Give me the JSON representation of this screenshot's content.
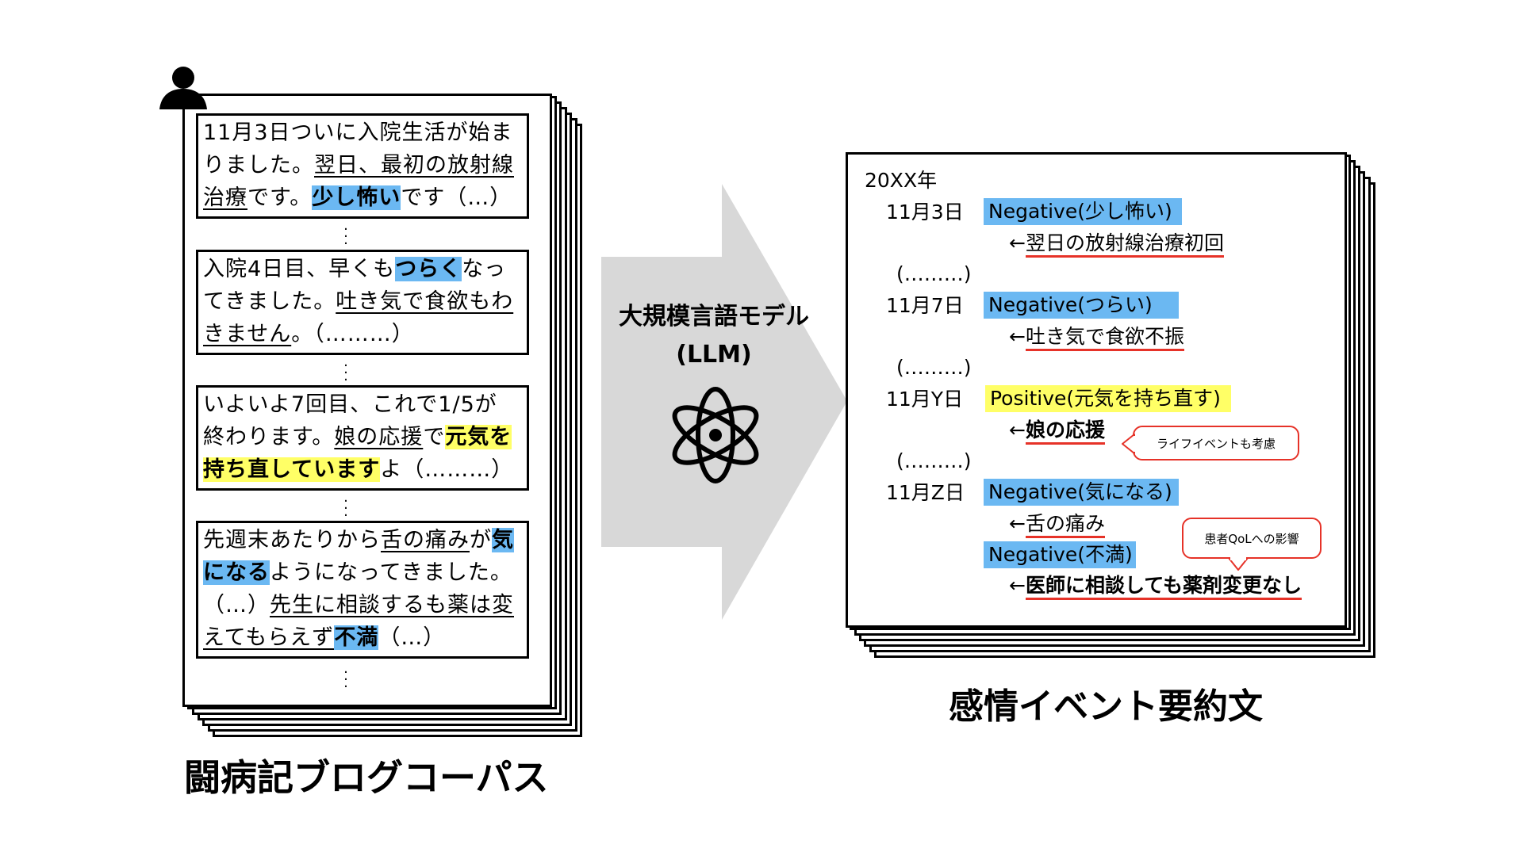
{
  "left": {
    "caption": "闘病記ブログコーパス",
    "entries": [
      {
        "line1": "11月3日ついに入院生活が始ま",
        "line2_a": "りました。",
        "line2_u": "翌日、最初の放射線",
        "line3_u": "治療",
        "line3_b": "です。",
        "line3_hl": "少し怖い",
        "line3_c": "です（…）"
      },
      {
        "line1_a": "入院4日目、早くも",
        "line1_hl": "つらく",
        "line1_b": "なっ",
        "line2_a": "てきました。",
        "line2_u": "吐き気で食欲もわ",
        "line3_u": "きません",
        "line3_b": "。（………）"
      },
      {
        "line1": "いよいよ7回目、これで1/5が",
        "line2_a": "終わります。",
        "line2_u": "娘の応援",
        "line2_b": "で",
        "line2_hl": "元気を",
        "line3_hl": "持ち直しています",
        "line3_b": "よ（………）"
      },
      {
        "line1_a": "先週末あたりから",
        "line1_u": "舌の痛み",
        "line1_b": "が",
        "line1_hl": "気",
        "line2_hl": "になる",
        "line2_b": "ようになってきました。",
        "line3_a": "（…）",
        "line3_u": "先生に相談するも薬は変",
        "line4_u": "えてもらえず",
        "line4_hl": "不満",
        "line4_b": "（…）"
      }
    ]
  },
  "middle": {
    "label_line1": "大規模言語モデル",
    "label_line2": "(LLM)",
    "icon": "atom-icon"
  },
  "right": {
    "caption": "感情イベント要約文",
    "year": "20XX年",
    "ellipsis": "(………)",
    "events": [
      {
        "date": "11月3日",
        "tag": "Negative(少し怖い)",
        "polarity": "negative",
        "cause_arrow": "←",
        "cause": "翌日の放射線治療初回",
        "bold": false
      },
      {
        "date": "11月7日",
        "tag": "Negative(つらい)",
        "polarity": "negative",
        "cause_arrow": "←",
        "cause": "吐き気で食欲不振",
        "bold": false
      },
      {
        "date": "11月Y日",
        "tag": "Positive(元気を持ち直す)",
        "polarity": "positive",
        "cause_arrow": "←",
        "cause": "娘の応援",
        "bold": true
      },
      {
        "date": "11月Z日",
        "tag": "Negative(気になる)",
        "polarity": "negative",
        "cause_arrow": "←",
        "cause": "舌の痛み",
        "bold": false
      },
      {
        "date": "",
        "tag": "Negative(不満)",
        "polarity": "negative",
        "cause_arrow": "←",
        "cause": "医師に相談しても薬剤変更なし",
        "bold": true
      }
    ],
    "bubble_life_event": "ライフイベントも考慮",
    "bubble_qol": "患者QoLへの影響"
  },
  "colors": {
    "negative_highlight": "#6bb8f2",
    "positive_highlight": "#ffff66",
    "accent_red": "#e63228",
    "arrow_gray": "#d8d8d8"
  }
}
